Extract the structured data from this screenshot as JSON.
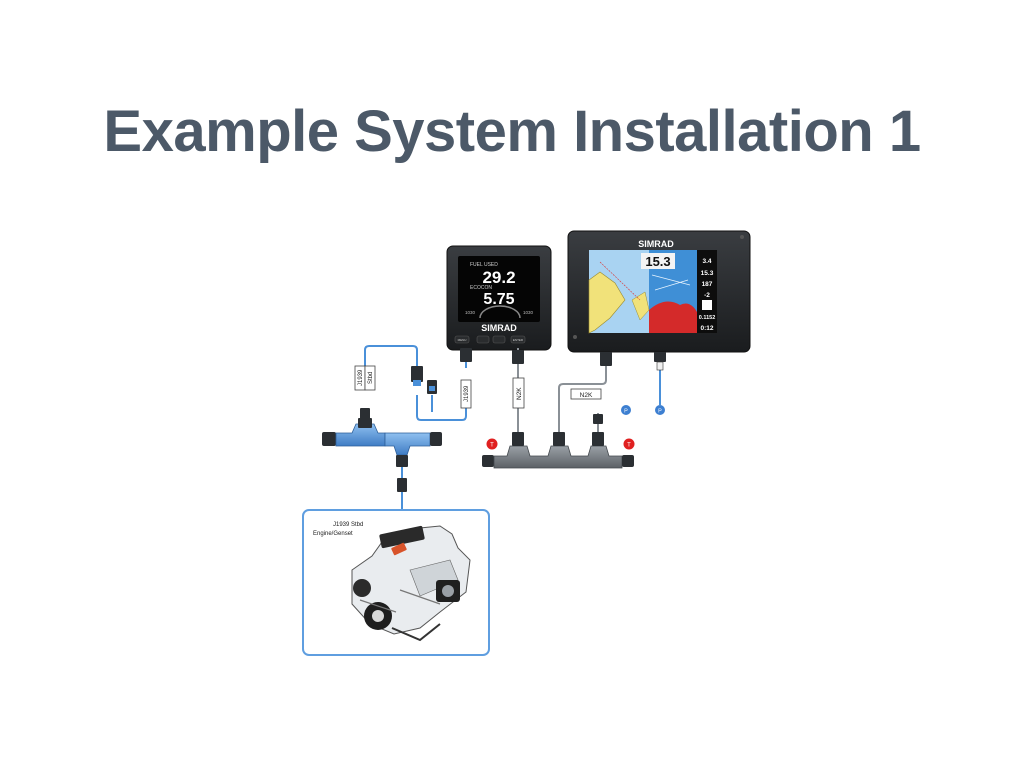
{
  "title": "Example System Installation 1",
  "gauge": {
    "brand": "SIMRAD",
    "top_label": "FUEL USED",
    "top_value": "29.2",
    "mid_label": "ECOCON",
    "mid_value": "5.75",
    "left_small": "1030",
    "right_small": "1030",
    "btn_left": "MENU",
    "btn_right": "ENTER"
  },
  "mfd": {
    "brand": "SIMRAD",
    "depth": "15.3",
    "side_values": [
      "3.4",
      "15.3",
      "187",
      "-2",
      "0.1152",
      "0:12"
    ]
  },
  "labels": {
    "j1939_a": "J1939",
    "stbd": "Stbd",
    "j1939_b": "J1939",
    "n2k_a": "N2K",
    "n2k_b": "N2K",
    "power_a": "P",
    "power_b": "P",
    "term_a": "T",
    "term_b": "T"
  },
  "engine": {
    "caption_line1": "J1939 Stbd",
    "caption_line2": "Engine/Genset"
  },
  "colors": {
    "title": "#4c5968",
    "j1939_blue": "#4a90d9",
    "n2k_gray": "#6e7378",
    "terminator_red": "#e02020",
    "power_blue": "#3d7fd1"
  }
}
